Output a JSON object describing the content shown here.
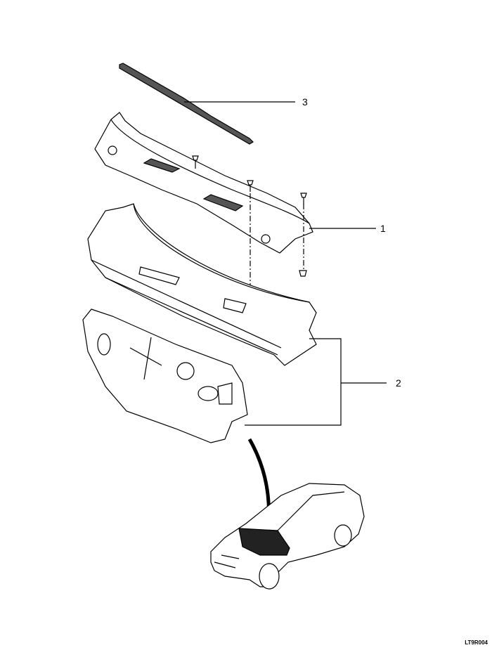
{
  "diagram": {
    "callouts": [
      {
        "label": "3",
        "part": "molding"
      },
      {
        "label": "1",
        "part": "cowl-top-panel"
      },
      {
        "label": "2",
        "part": "dash-panel-assembly"
      }
    ],
    "figure_code": "LT9R004"
  }
}
